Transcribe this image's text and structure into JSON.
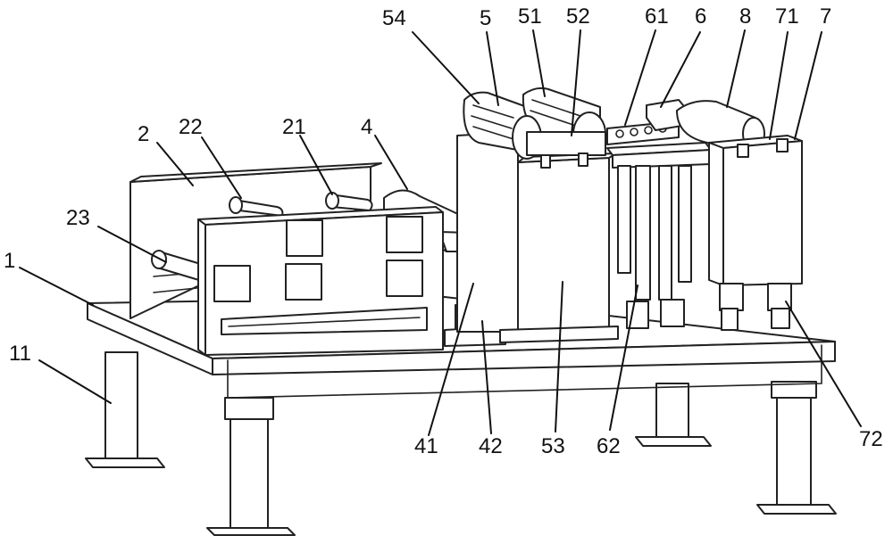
{
  "figure": {
    "callouts": [
      {
        "key": "c54",
        "text": "54"
      },
      {
        "key": "c5",
        "text": "5"
      },
      {
        "key": "c51",
        "text": "51"
      },
      {
        "key": "c52",
        "text": "52"
      },
      {
        "key": "c61",
        "text": "61"
      },
      {
        "key": "c6",
        "text": "6"
      },
      {
        "key": "c8",
        "text": "8"
      },
      {
        "key": "c71",
        "text": "71"
      },
      {
        "key": "c7",
        "text": "7"
      },
      {
        "key": "c2",
        "text": "2"
      },
      {
        "key": "c22",
        "text": "22"
      },
      {
        "key": "c21",
        "text": "21"
      },
      {
        "key": "c4",
        "text": "4"
      },
      {
        "key": "c23",
        "text": "23"
      },
      {
        "key": "c1",
        "text": "1"
      },
      {
        "key": "c11",
        "text": "11"
      },
      {
        "key": "c41",
        "text": "41"
      },
      {
        "key": "c42",
        "text": "42"
      },
      {
        "key": "c53",
        "text": "53"
      },
      {
        "key": "c62",
        "text": "62"
      },
      {
        "key": "c72",
        "text": "72"
      }
    ]
  }
}
